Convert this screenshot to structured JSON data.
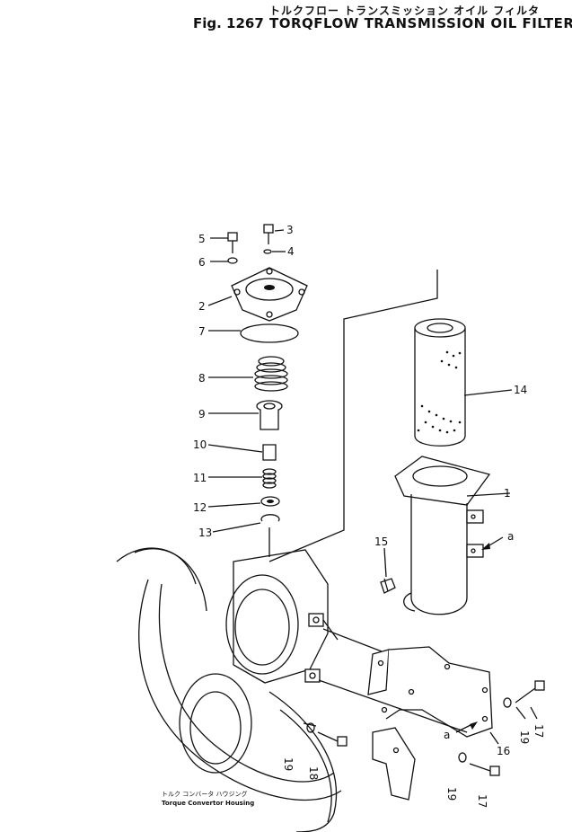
{
  "header": {
    "japanese_title": "トルクフロー トランスミッション オイル フィルタ",
    "figure_number": "Fig. 1267",
    "title": "TORQFLOW TRANSMISSION OIL FILTER"
  },
  "callouts": [
    "1",
    "2",
    "3",
    "4",
    "5",
    "6",
    "7",
    "8",
    "9",
    "10",
    "11",
    "12",
    "13",
    "14",
    "15",
    "16",
    "17",
    "18",
    "19",
    "a"
  ],
  "housing_caption": {
    "japanese": "トルク コンバータ ハウジング",
    "english": "Torque Convertor Housing"
  }
}
